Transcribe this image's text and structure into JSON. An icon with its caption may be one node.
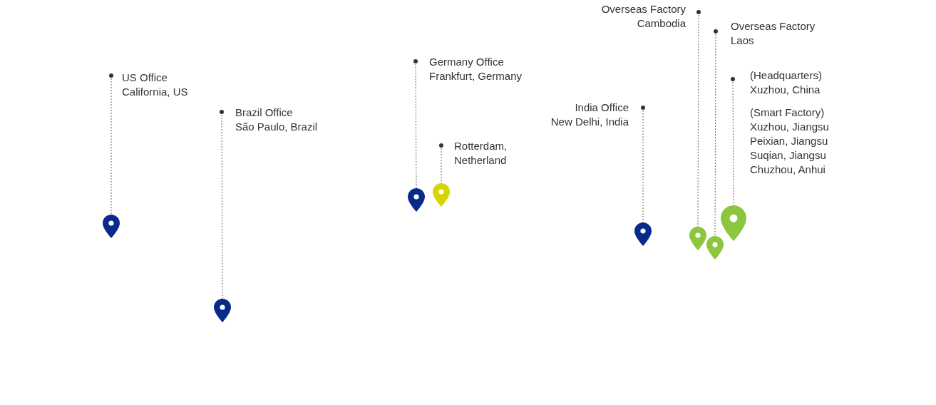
{
  "diagram": {
    "nodes": [
      {
        "text": [
          "US Office",
          "California, US"
        ]
      },
      {
        "text": [],
        "shape": "pin"
      },
      {
        "text": [
          "Brazil Office",
          "São Paulo, Brazil"
        ]
      },
      {
        "text": [],
        "shape": "pin"
      },
      {
        "text": [
          "Germany Office",
          "Frankfurt, Germany"
        ]
      },
      {
        "text": [],
        "shape": "pin"
      },
      {
        "text": [
          "Rotterdam, Netherland"
        ]
      },
      {
        "text": [],
        "shape": "pin"
      },
      {
        "text": [
          "India Office",
          "New Delhi, India"
        ]
      },
      {
        "text": [],
        "shape": "pin"
      },
      {
        "text": [
          "Overseas Factory",
          "Cambodia"
        ]
      },
      {
        "text": [],
        "shape": "pin"
      },
      {
        "text": [
          "Overseas Factory",
          "Laos"
        ]
      },
      {
        "text": [],
        "shape": "pin"
      },
      {
        "text": [
          "(Headquarters)",
          "Xuzhou, China",
          "(Smart Factory)",
          "Xuzhou, Jiangsu Peixian, Jiangsu Suqian, Jiangsu Chuzhou, Anhui"
        ]
      },
      {
        "text": [],
        "shape": "pin"
      }
    ],
    "edges": [
      {
        "from": 0,
        "to": 1,
        "arrow": "other",
        "style": "dashed"
      },
      {
        "from": 2,
        "to": 3,
        "arrow": "other",
        "style": "dashed"
      },
      {
        "from": 4,
        "to": 5,
        "arrow": "other",
        "style": "dashed"
      },
      {
        "from": 6,
        "to": 7,
        "arrow": "other",
        "style": "dashed"
      },
      {
        "from": 8,
        "to": 9,
        "arrow": "other",
        "style": "dashed"
      },
      {
        "from": 10,
        "to": 11,
        "arrow": "other",
        "style": "dashed"
      },
      {
        "from": 12,
        "to": 13,
        "arrow": "other",
        "style": "dashed"
      },
      {
        "from": 14,
        "to": 15,
        "arrow": "other",
        "style": "dashed"
      }
    ]
  }
}
